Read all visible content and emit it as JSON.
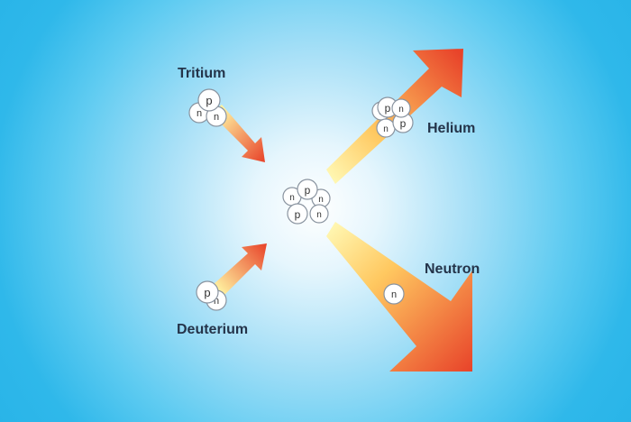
{
  "labels": {
    "tritium": "Tritium",
    "deuterium": "Deuterium",
    "helium": "Helium",
    "neutron": "Neutron"
  },
  "particles": {
    "proton": "p",
    "neutron": "n"
  },
  "colors": {
    "background": "#22b0e6",
    "arrow_start": "#ffe680",
    "arrow_end": "#e8442a",
    "particle_fill": "#ffffff",
    "text": "#24344a"
  }
}
